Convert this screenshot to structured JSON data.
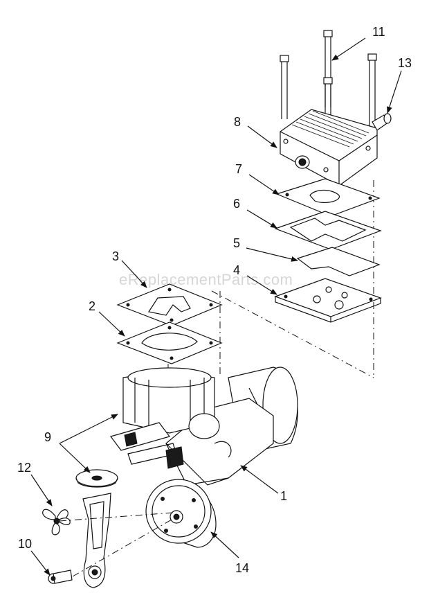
{
  "watermark": "eReplacementParts.com",
  "callouts": [
    {
      "id": "11",
      "text": "11"
    },
    {
      "id": "13",
      "text": "13"
    },
    {
      "id": "8",
      "text": "8"
    },
    {
      "id": "7",
      "text": "7"
    },
    {
      "id": "6",
      "text": "6"
    },
    {
      "id": "5",
      "text": "5"
    },
    {
      "id": "4",
      "text": "4"
    },
    {
      "id": "3",
      "text": "3"
    },
    {
      "id": "2",
      "text": "2"
    },
    {
      "id": "9",
      "text": "9"
    },
    {
      "id": "12",
      "text": "12"
    },
    {
      "id": "1",
      "text": "1"
    },
    {
      "id": "10",
      "text": "10"
    },
    {
      "id": "14",
      "text": "14"
    }
  ]
}
